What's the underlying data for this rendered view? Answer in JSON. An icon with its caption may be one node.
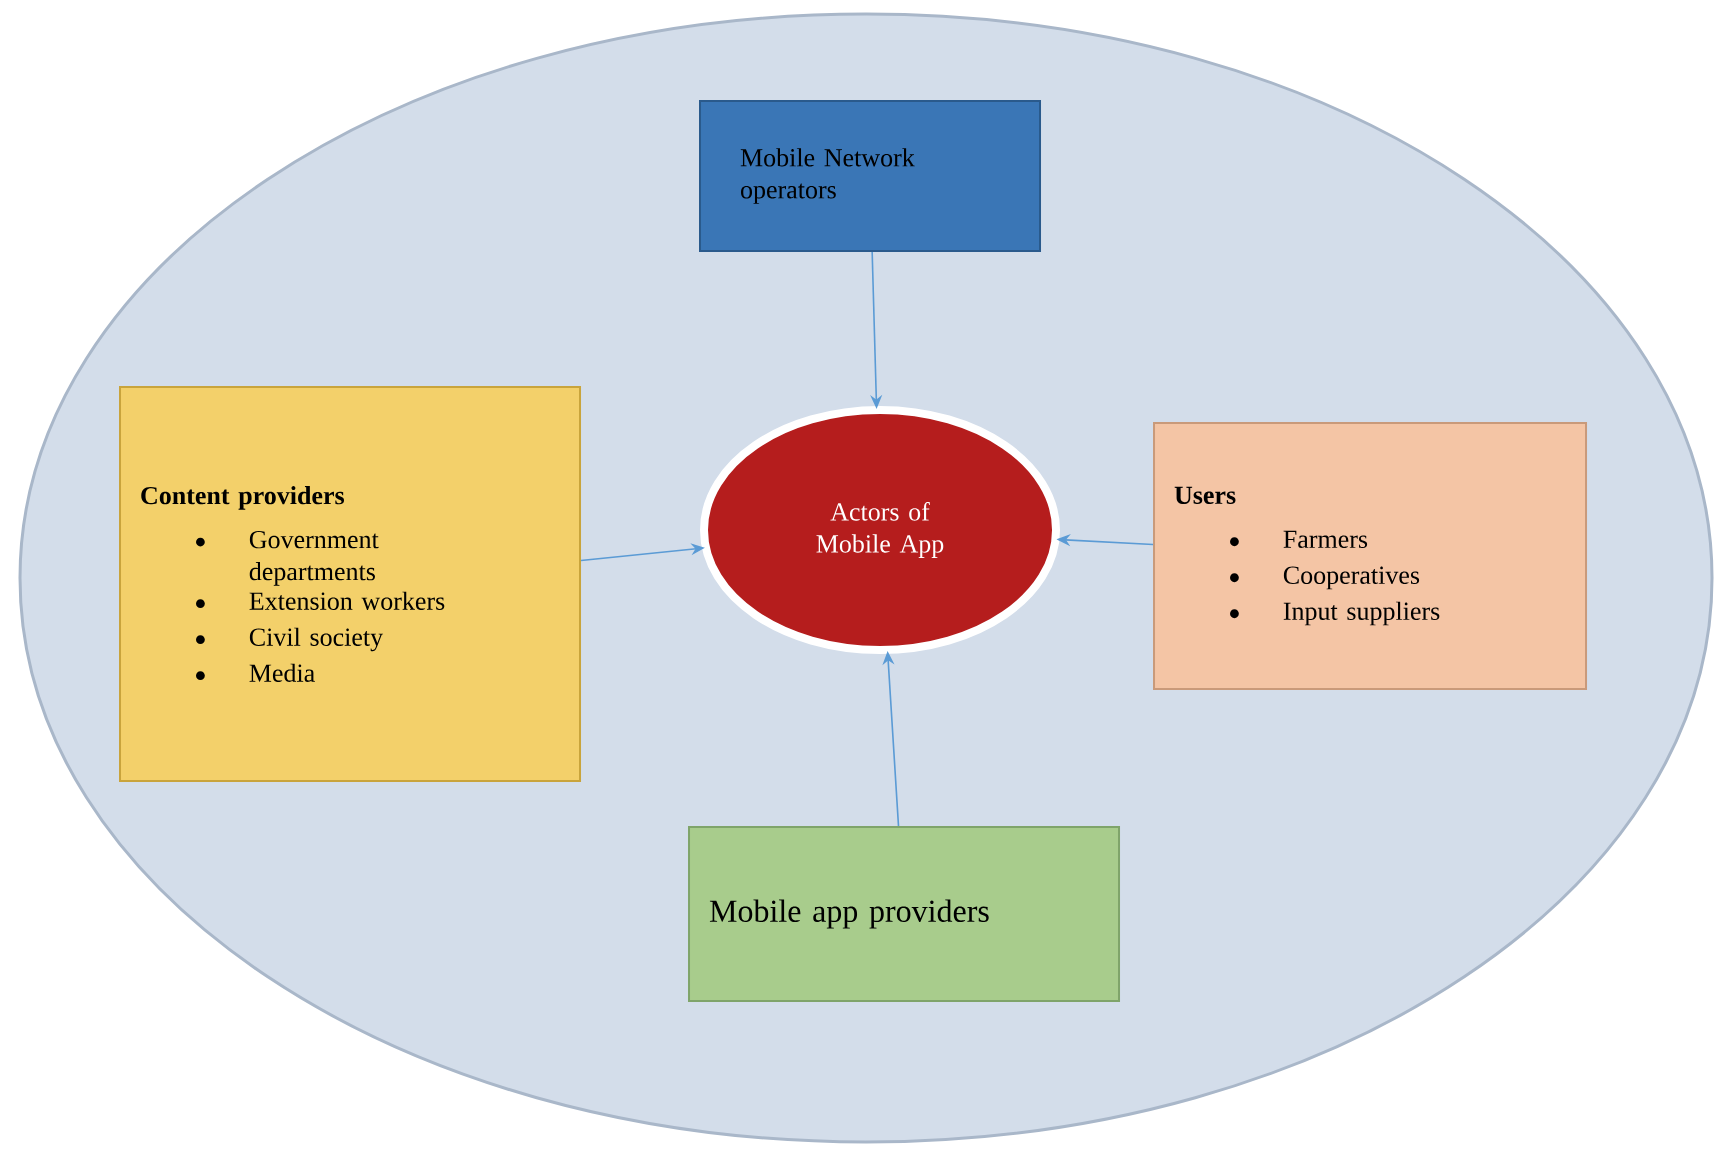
{
  "diagram": {
    "nodes": [
      {
        "text": [],
        "shape": "ellipse"
      },
      {
        "text": [
          "Mobile Network operators"
        ],
        "in": 0
      },
      {
        "text": [
          "Content providers",
          "Government departments",
          "Extension workers",
          "Civil society",
          "Media"
        ],
        "in": 0
      },
      {
        "text": [
          "Actors of Mobile App"
        ],
        "in": 0
      },
      {
        "text": [
          "Users",
          "Farmers",
          "Cooperatives",
          "Input suppliers"
        ],
        "in": 0
      },
      {
        "text": [
          "Mobile app providers"
        ],
        "in": 0
      }
    ],
    "edges": [
      {
        "from": 1,
        "to": 3,
        "arrow": "to"
      },
      {
        "from": 2,
        "to": 3,
        "arrow": "to"
      },
      {
        "from": 4,
        "to": 3,
        "arrow": "to"
      },
      {
        "from": 5,
        "to": 3,
        "arrow": "to"
      }
    ]
  }
}
